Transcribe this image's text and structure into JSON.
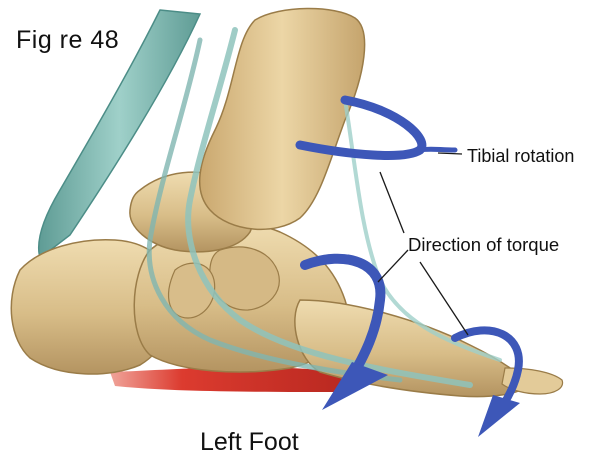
{
  "figure": {
    "label": "Fig re 48",
    "caption": "Left Foot"
  },
  "annotations": {
    "tibial_rotation": "Tibial rotation",
    "direction_of_torque": "Direction of torque"
  },
  "colors": {
    "background": "#ffffff",
    "bone": "#dcc28f",
    "bone_shadow": "#a98952",
    "tendon": "#7fb5b0",
    "tendon_dark": "#4c8d87",
    "muscle": "#d93a2e",
    "arrow": "#3d57b8",
    "leader_line": "#1a1a1a"
  },
  "icons": {
    "tibial_arrow": "curved-arrow-icon",
    "torque_arrow_heel": "curved-arrow-down-icon",
    "torque_arrow_toe": "curved-arrow-down-icon"
  }
}
